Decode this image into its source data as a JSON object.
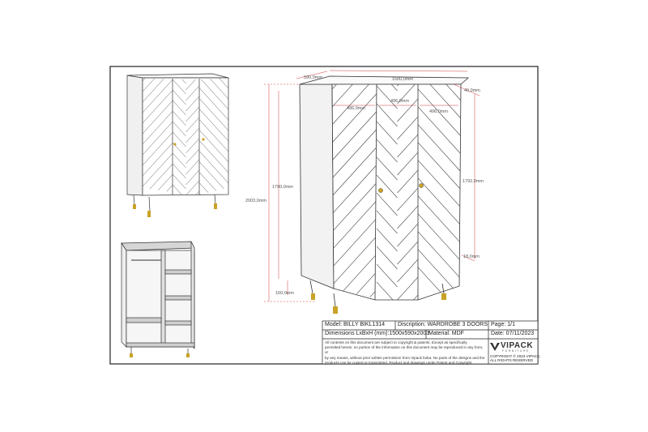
{
  "drawing": {
    "dimensions": {
      "depth": "590,0mm",
      "width": "1500,0mm",
      "right_margin": "40,0mm",
      "door_left": "496,0mm",
      "door_mid": "496,0mm",
      "door_right": "496,0mm",
      "inner_height": "1790,0mm",
      "total_height": "2003,0mm",
      "door_height": "1792,0mm",
      "leg_height": "160,0mm",
      "top_offset": "18,0mm"
    }
  },
  "title_block": {
    "model": "Model: BILLY BIKL1314",
    "description": "Discription: WARDROBE 3 DOORS",
    "page": "Page: 1/1",
    "dimensions_text": "Dimensions LxBxH (mm):1500x590x2003",
    "material": "Material: MDF",
    "date": "Date: 07/11/2023",
    "disclaimer": [
      "All contents on this document are subject to copyright & patents. Except as specifically",
      "permitted herein, no portion of the information on this document may be reproduced in any form, or",
      "by any means, without prior written permission from Vipack bvba. No parts of the designs and the",
      "products can be copied or transmitted. Product and drawings under Patent and Copyright."
    ],
    "copyright": "COPYRIGHT © 2023 VIPACK,",
    "rights": "ALL RIGHTS RESERVED",
    "logo": "VIPACK",
    "logo_sub": "FURNITURE"
  },
  "colors": {
    "line": "#333333",
    "dimension": "#d03a3a",
    "gold": "#c9a227",
    "panel": "#f2f2f2",
    "shelf": "#d6d6d6"
  }
}
